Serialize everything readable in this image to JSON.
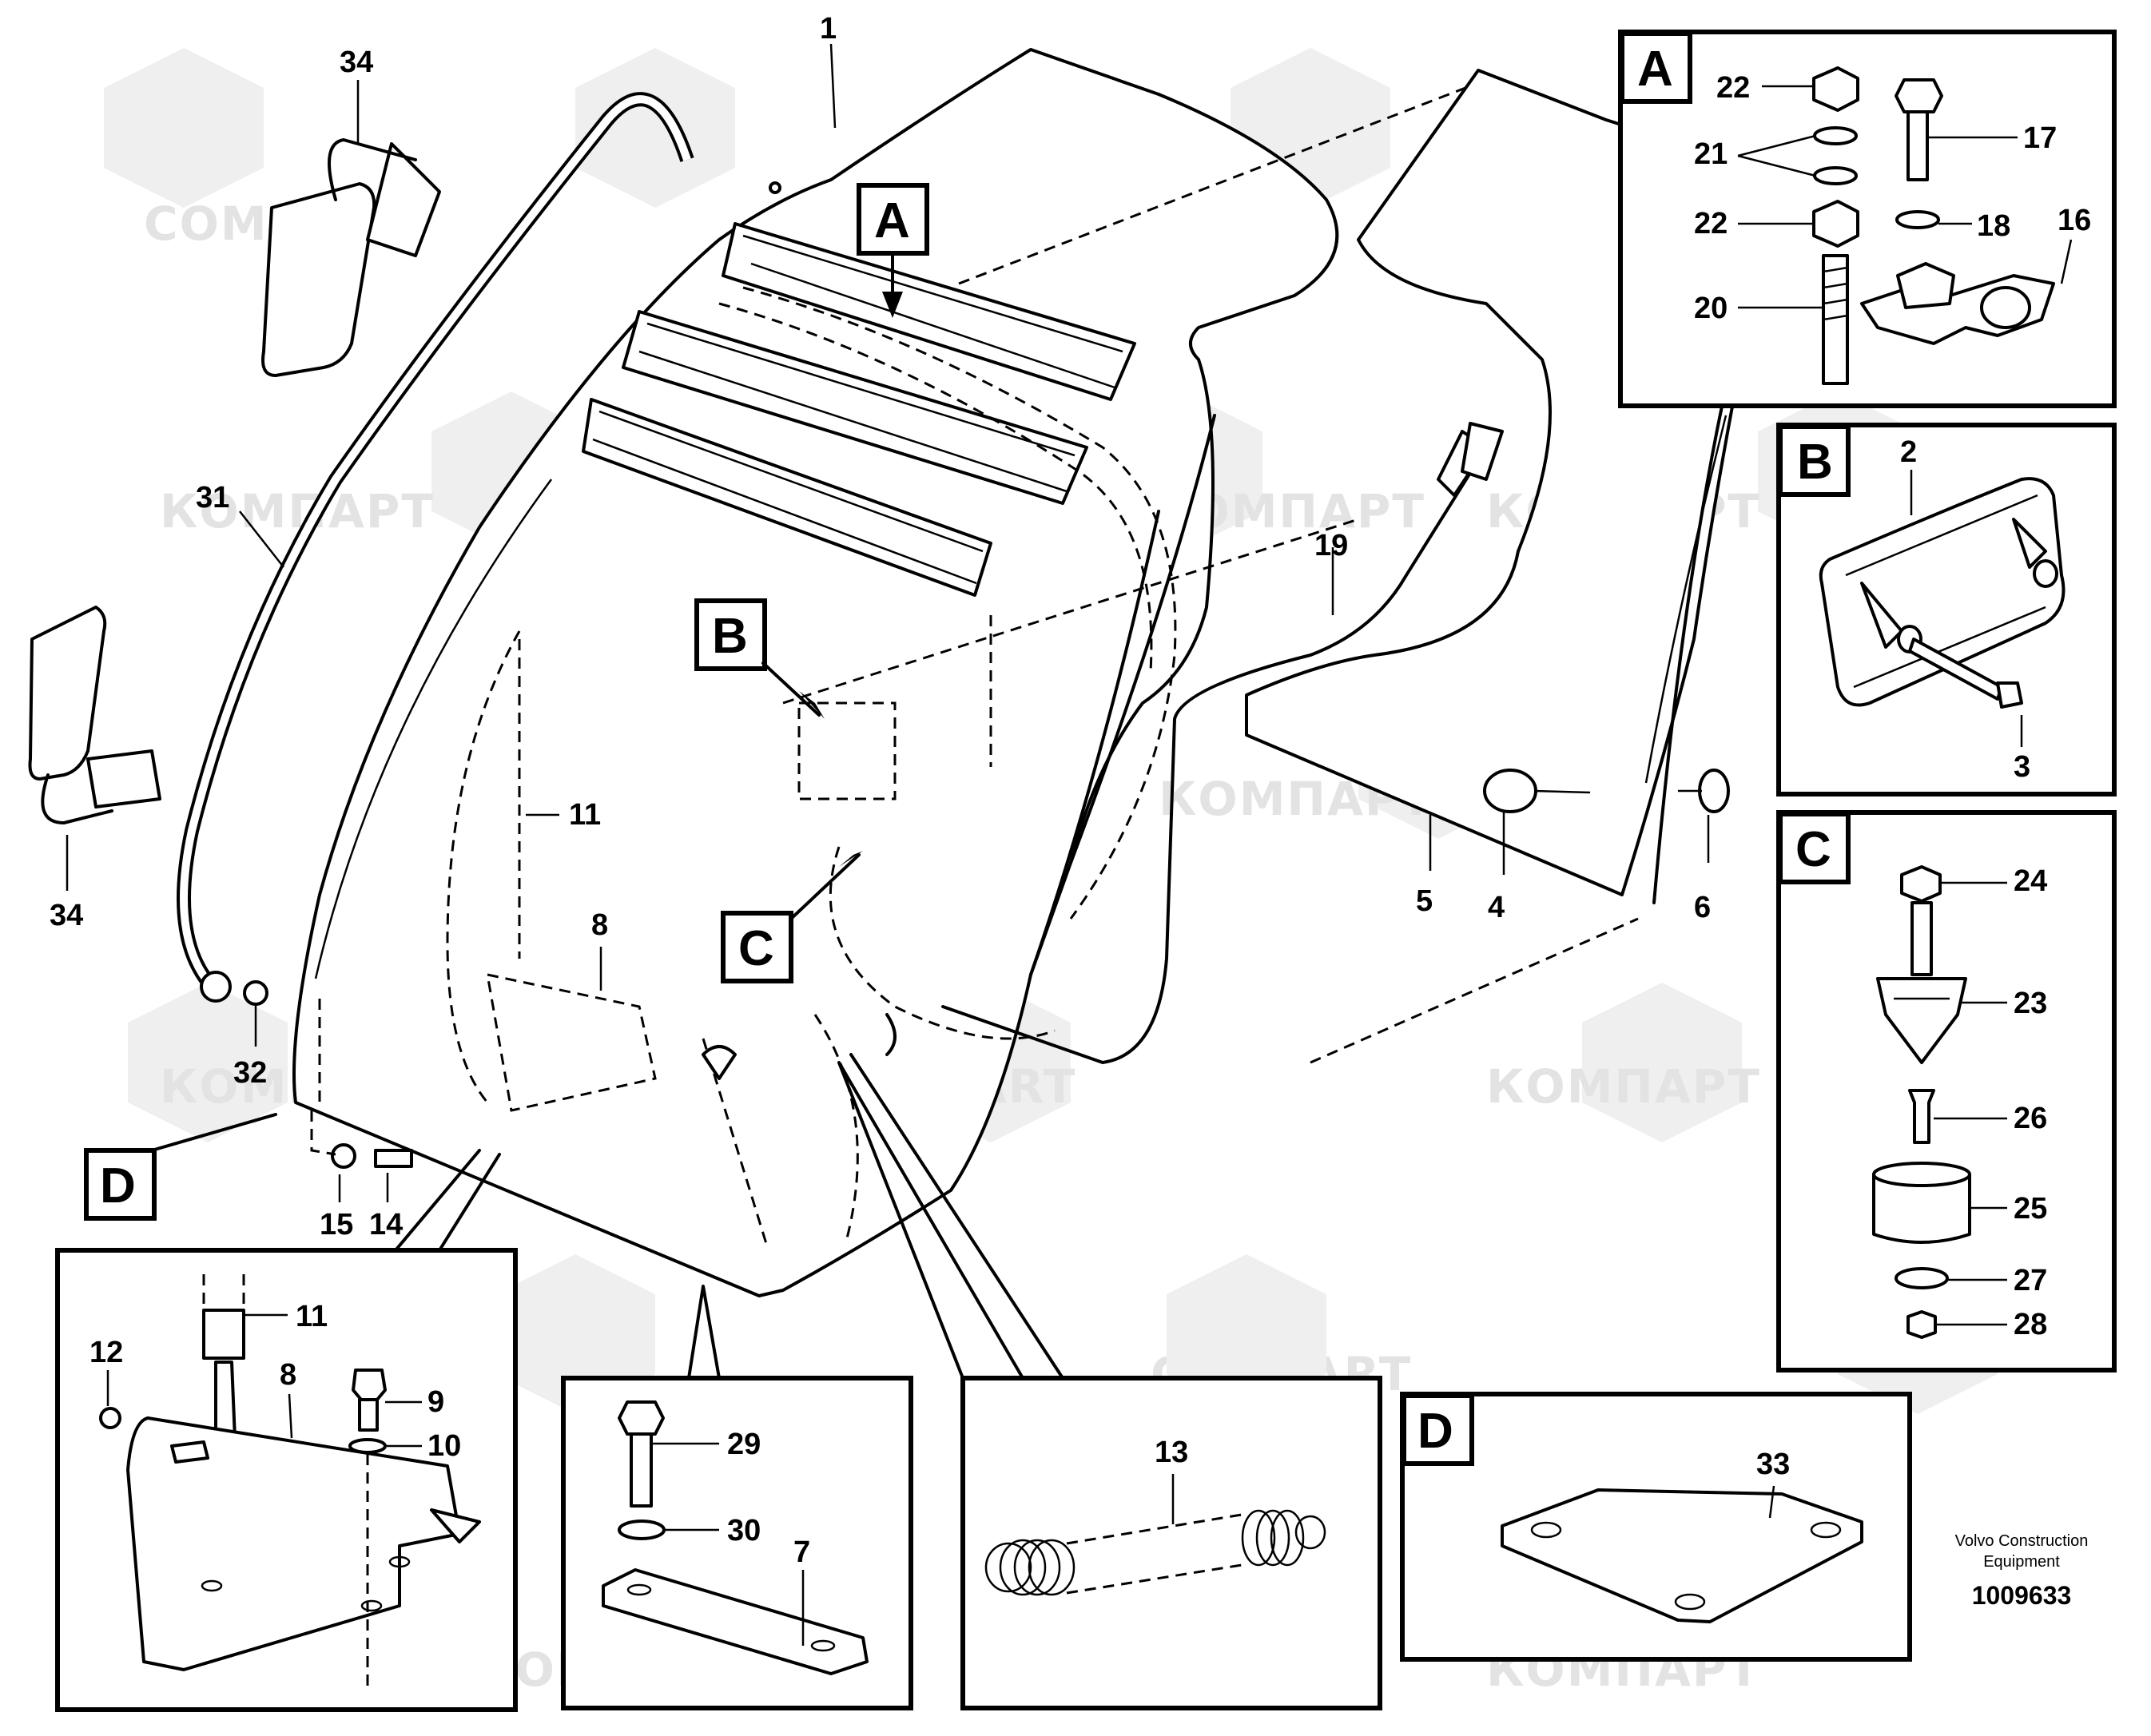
{
  "watermark": {
    "text_latin": "COMPART",
    "text_cyrillic": "КОМПАРТ"
  },
  "callouts": {
    "n1": "1",
    "n2": "2",
    "n3": "3",
    "n4": "4",
    "n5": "5",
    "n6": "6",
    "n7": "7",
    "n8": "8",
    "n8b": "8",
    "n9": "9",
    "n10": "10",
    "n11": "11",
    "n11b": "11",
    "n12": "12",
    "n13": "13",
    "n14": "14",
    "n15": "15",
    "n16": "16",
    "n17": "17",
    "n18": "18",
    "n19": "19",
    "n20": "20",
    "n21": "21",
    "n22a": "22",
    "n22b": "22",
    "n23": "23",
    "n24": "24",
    "n25": "25",
    "n26": "26",
    "n27": "27",
    "n28": "28",
    "n29": "29",
    "n30": "30",
    "n31": "31",
    "n32": "32",
    "n33": "33",
    "n34a": "34",
    "n34b": "34"
  },
  "detail_labels": {
    "main_A": "A",
    "main_B": "B",
    "main_C": "C",
    "main_D": "D",
    "box_A": "A",
    "box_B": "B",
    "box_C": "C",
    "box_D": "D"
  },
  "footer": {
    "line1": "Volvo Construction",
    "line2": "Equipment",
    "drawing_number": "1009633"
  }
}
